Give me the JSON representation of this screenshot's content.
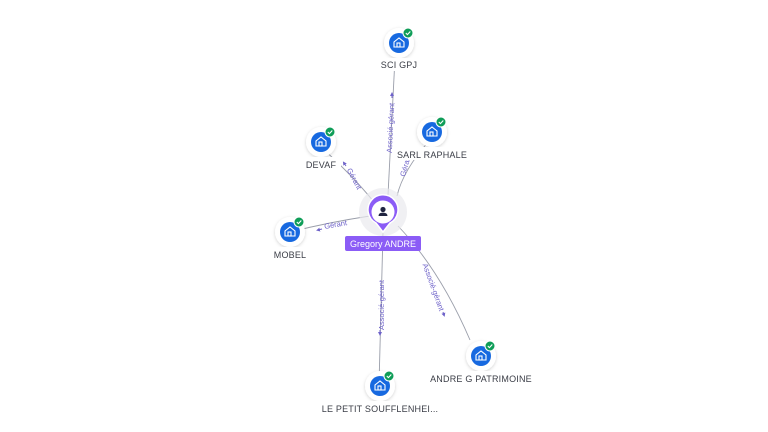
{
  "center": {
    "label": "Gregory ANDRE",
    "icon": "person-icon",
    "color": "#8b5cf6"
  },
  "nodes": [
    {
      "id": "sci-gpj",
      "label": "SCI GPJ",
      "edge_label": "Associé-gérant",
      "icon": "company-building-icon",
      "verified": true
    },
    {
      "id": "sarl-raphale",
      "label": "SARL RAPHALE",
      "edge_label": "Gérant",
      "icon": "company-building-icon",
      "verified": true
    },
    {
      "id": "devaf",
      "label": "DEVAF",
      "edge_label": "Gérant",
      "icon": "company-building-icon",
      "verified": true
    },
    {
      "id": "mobel",
      "label": "MOBEL",
      "edge_label": "Gérant",
      "icon": "company-building-icon",
      "verified": true
    },
    {
      "id": "le-petit",
      "label": "LE PETIT SOUFFLENHEI...",
      "edge_label": "Associé-gérant",
      "icon": "company-building-icon",
      "verified": true
    },
    {
      "id": "andre-g",
      "label": "ANDRE G PATRIMOINE",
      "edge_label": "Associé-gérant",
      "icon": "company-building-icon",
      "verified": true
    }
  ],
  "colors": {
    "company_icon": "#1769e0",
    "verified_badge": "#0f9d58",
    "edge": "#7b7f8c",
    "edge_label": "#6e62c9"
  }
}
